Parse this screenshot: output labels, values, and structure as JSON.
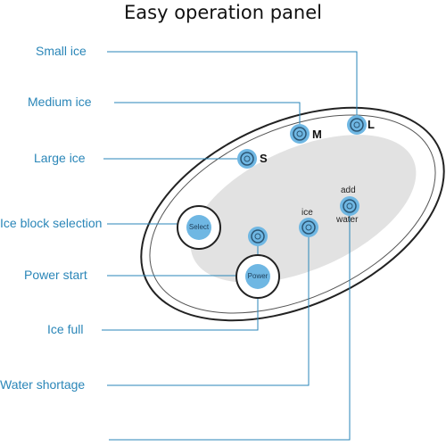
{
  "title": "Easy operation panel",
  "labels": {
    "small_ice": "Small ice",
    "medium_ice": "Medium ice",
    "large_ice": "Large ice",
    "ice_block_selection": "Ice block selection",
    "power_start": "Power start",
    "ice_full": "Ice full",
    "water_shortage": "Water shortage"
  },
  "panel": {
    "size_s": "S",
    "size_m": "M",
    "size_l": "L",
    "ice": "ice",
    "add": "add",
    "water": "water",
    "select": "Select",
    "power": "Power"
  },
  "colors": {
    "accent": "#2a86b8",
    "button": "#6fb7e3",
    "panel_inner": "#e2e2e2",
    "outline": "#222222"
  }
}
